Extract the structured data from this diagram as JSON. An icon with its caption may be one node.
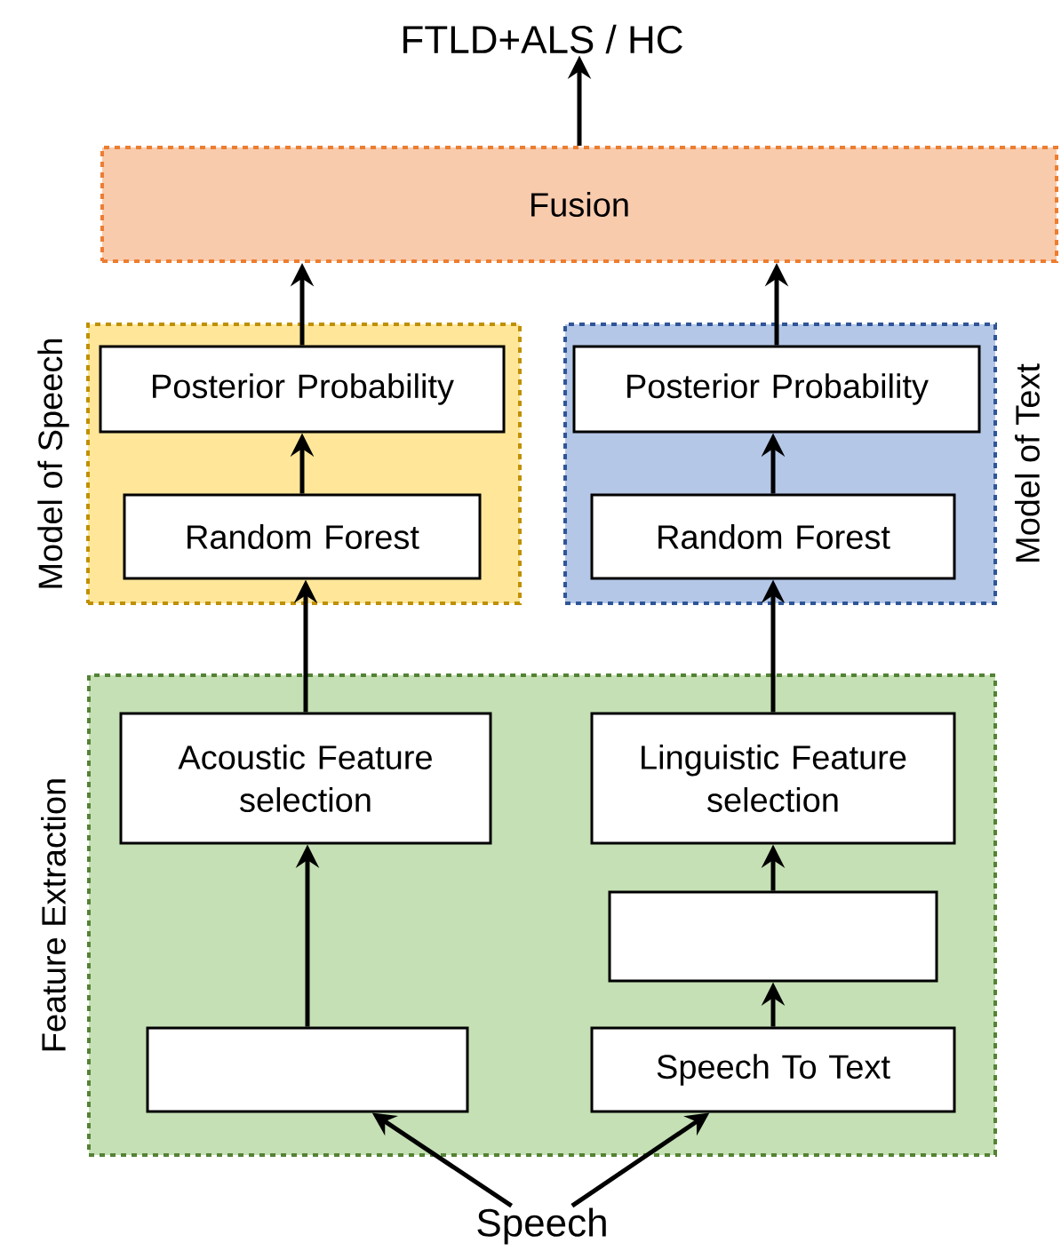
{
  "diagram": {
    "nodes": [
      {
        "text": [
          "FTLD+ALS / HC"
        ]
      },
      {
        "text": [
          "Fusion"
        ]
      },
      {
        "text": [
          "Model of Speech"
        ]
      },
      {
        "text": [
          "Posterior Probability"
        ],
        "in": 2
      },
      {
        "text": [
          "Random Forest"
        ],
        "in": 2
      },
      {
        "text": [
          "Model of Text"
        ]
      },
      {
        "text": [
          "Posterior Probability"
        ],
        "in": 5
      },
      {
        "text": [
          "Random Forest"
        ],
        "in": 5
      },
      {
        "text": [
          "Feature Extraction"
        ]
      },
      {
        "text": [
          "Acoustic Feature selection"
        ],
        "in": 8
      },
      {
        "text": [
          "Linguistic Feature selection"
        ],
        "in": 8
      },
      {
        "text": [],
        "shape": "box",
        "in": 8
      },
      {
        "text": [],
        "shape": "box",
        "in": 8
      },
      {
        "text": [
          "Speech To Text"
        ],
        "in": 8
      },
      {
        "text": [
          "Speech"
        ]
      }
    ],
    "edges": [
      {
        "from": 14,
        "to": 12,
        "arrow": "to"
      },
      {
        "from": 14,
        "to": 13,
        "arrow": "to"
      },
      {
        "from": 12,
        "to": 9,
        "arrow": "to"
      },
      {
        "from": 13,
        "to": 11,
        "arrow": "to"
      },
      {
        "from": 11,
        "to": 10,
        "arrow": "to"
      },
      {
        "from": 9,
        "to": 4,
        "arrow": "to"
      },
      {
        "from": 10,
        "to": 7,
        "arrow": "to"
      },
      {
        "from": 4,
        "to": 3,
        "arrow": "to"
      },
      {
        "from": 7,
        "to": 6,
        "arrow": "to"
      },
      {
        "from": 3,
        "to": 1,
        "arrow": "to"
      },
      {
        "from": 6,
        "to": 1,
        "arrow": "to"
      },
      {
        "from": 1,
        "to": 0,
        "arrow": "to"
      }
    ]
  }
}
